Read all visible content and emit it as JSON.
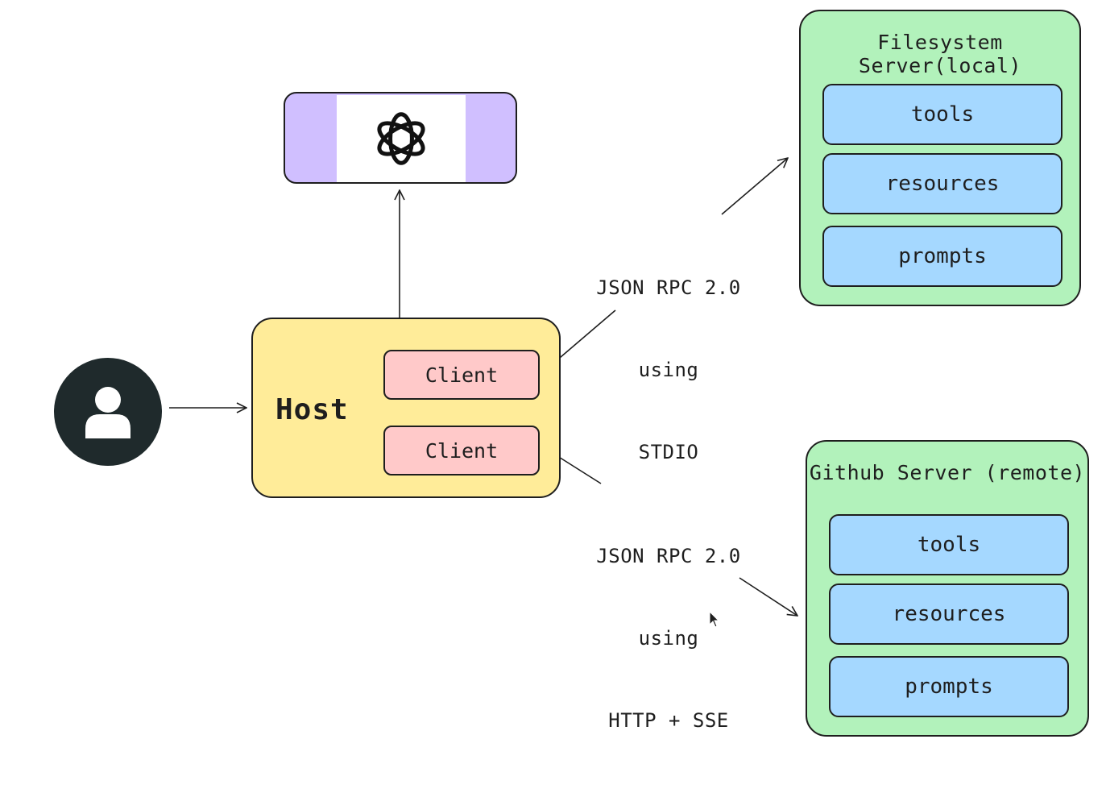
{
  "host": {
    "label": "Host"
  },
  "clients": [
    "Client",
    "Client"
  ],
  "servers": [
    {
      "title": "Filesystem Server(local)",
      "capabilities": [
        "tools",
        "resources",
        "prompts"
      ]
    },
    {
      "title": "Github Server (remote)",
      "capabilities": [
        "tools",
        "resources",
        "prompts"
      ]
    }
  ],
  "connections": [
    {
      "line1": "JSON RPC 2.0",
      "line2": "using",
      "line3": "STDIO"
    },
    {
      "line1": "JSON RPC 2.0",
      "line2": "using",
      "line3": "HTTP + SSE"
    }
  ],
  "icons": {
    "llm": "openai-logo-icon",
    "user": "user-icon",
    "cursor": "mouse-pointer-icon"
  },
  "colors": {
    "server_fill": "#b2f2bb",
    "capability_fill": "#a5d8ff",
    "host_fill": "#ffec99",
    "client_fill": "#ffc9c9",
    "llm_fill": "#d0bfff",
    "user_fill": "#1f2a2c"
  }
}
